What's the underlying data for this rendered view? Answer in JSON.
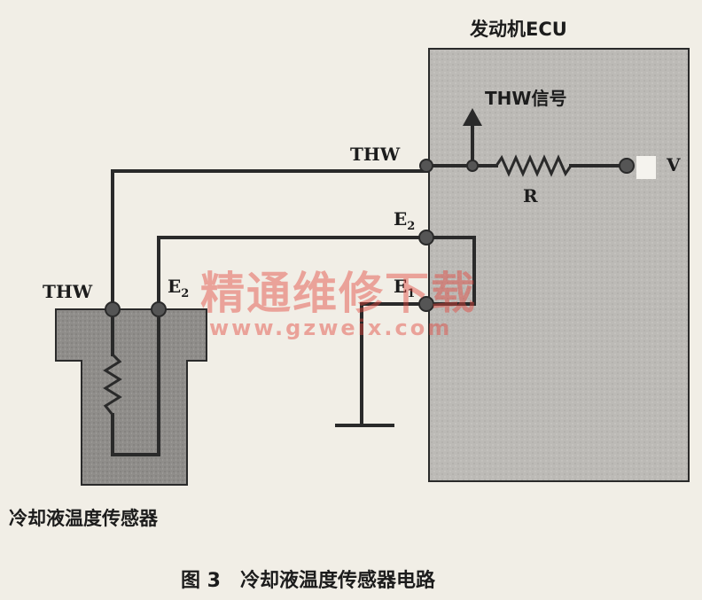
{
  "ecu": {
    "title": "发动机ECU"
  },
  "labels": {
    "thw_signal": "THW信号",
    "thw_ecu": "THW",
    "v": "V",
    "r": "R",
    "e2_ecu": "E",
    "e2_ecu_sub": "2",
    "e1_ecu": "E",
    "e1_ecu_sub": "1",
    "thw_sensor": "THW",
    "e2_sensor": "E",
    "e2_sensor_sub": "2"
  },
  "sensor": {
    "caption": "冷却液温度传感器"
  },
  "figure": {
    "caption": "图 3　冷却液温度传感器电路"
  },
  "watermark": {
    "text": "精通维修下载",
    "url": "www.gzweix.com"
  },
  "colors": {
    "ecu_fill": "#bcbab6",
    "sensor_fill": "#8f8d8a",
    "wire": "#2a2a2a",
    "watermark": "#e3443c"
  }
}
